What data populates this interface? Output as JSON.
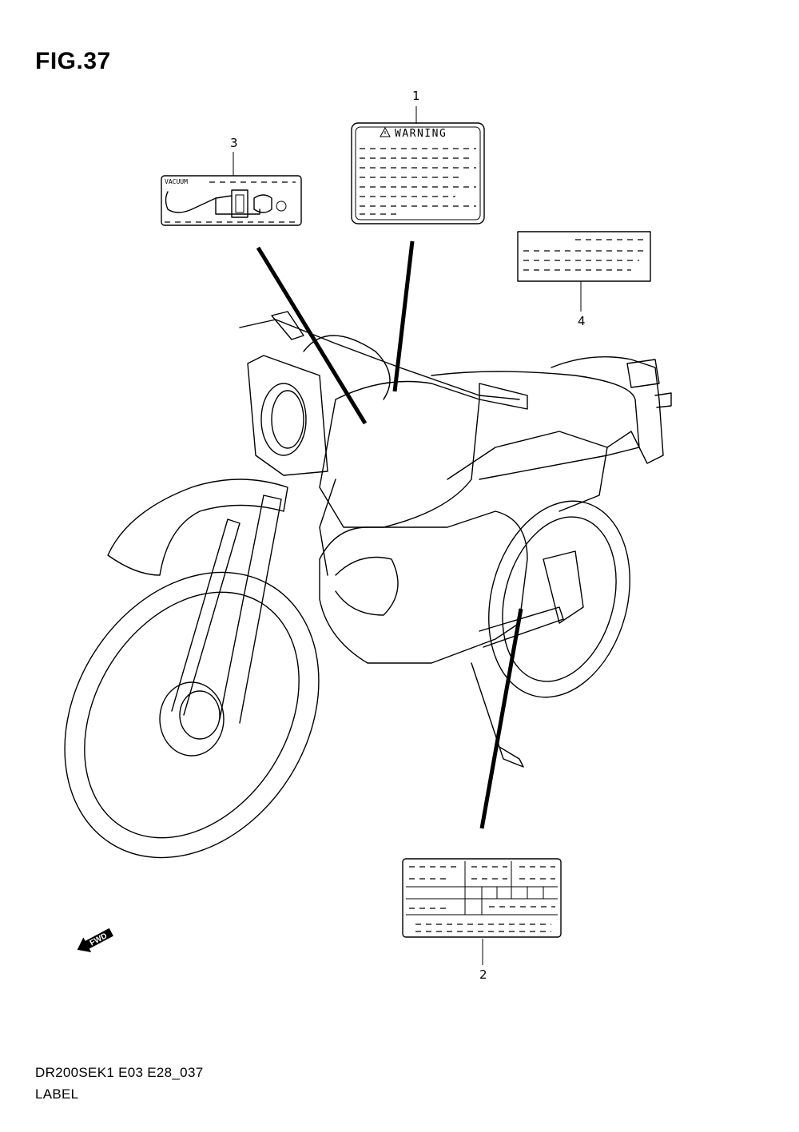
{
  "figure": {
    "title": "FIG.37"
  },
  "callouts": [
    {
      "number": "1"
    },
    {
      "number": "2"
    },
    {
      "number": "3"
    },
    {
      "number": "4"
    }
  ],
  "labels": {
    "warning_label_heading": "WARNING",
    "vacuum_label_heading": "VACUUM"
  },
  "direction_arrow": {
    "text": "FWD",
    "icon": "forward-arrow-icon"
  },
  "footer": {
    "model_code": "DR200SEK1 E03 E28_037",
    "section_name": "LABEL"
  }
}
